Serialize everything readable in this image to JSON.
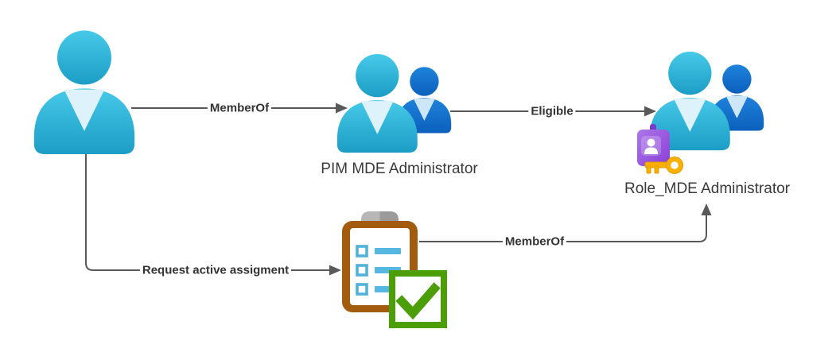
{
  "diagram": {
    "background": "#FFFFFF",
    "nodes": {
      "user": {
        "icon": "person-icon",
        "label": ""
      },
      "pim_group": {
        "icon": "people-group-icon",
        "label": "PIM MDE Administrator"
      },
      "role_group": {
        "icon": "people-group-icon",
        "badge_icon": "id-badge-icon",
        "key_icon": "key-icon",
        "label": "Role_MDE Administrator"
      },
      "approval": {
        "icon": "clipboard-icon",
        "overlay_icon": "check-mark-icon",
        "label": ""
      }
    },
    "edges": {
      "member_of_top": {
        "from": "user",
        "to": "pim_group",
        "label": "MemberOf"
      },
      "eligible": {
        "from": "pim_group",
        "to": "role_group",
        "label": "Eligible"
      },
      "request_active": {
        "from": "user",
        "to": "approval",
        "label": "Request active assigment"
      },
      "member_of_bottom": {
        "from": "approval",
        "to": "role_group",
        "label": "MemberOf"
      }
    },
    "colors": {
      "person_cyan_top": "#47C9E9",
      "person_cyan_bottom": "#1B9DC6",
      "person_cyan_vneck": "#DDF2FB",
      "person_blue_top": "#1E83DC",
      "person_blue_bottom": "#0C60BC",
      "person_blue_vneck": "#CDE6F8",
      "connector_gray": "#595959",
      "edge_label_text": "#333333",
      "node_label_text": "#3A3A3A",
      "clipboard_brown": "#A35C0E",
      "clip_gray_light": "#B7B7B7",
      "clip_gray_dark": "#9B9B9B",
      "checkbox_blue": "#4FB3DC",
      "list_bar_blue": "#56B8E0",
      "check_green": "#4C9E08",
      "badge_purple_light": "#AC76EA",
      "badge_purple_dark": "#8A3FD6",
      "badge_nub_purple": "#7A3BD0",
      "key_gold": "#F9B000"
    }
  }
}
